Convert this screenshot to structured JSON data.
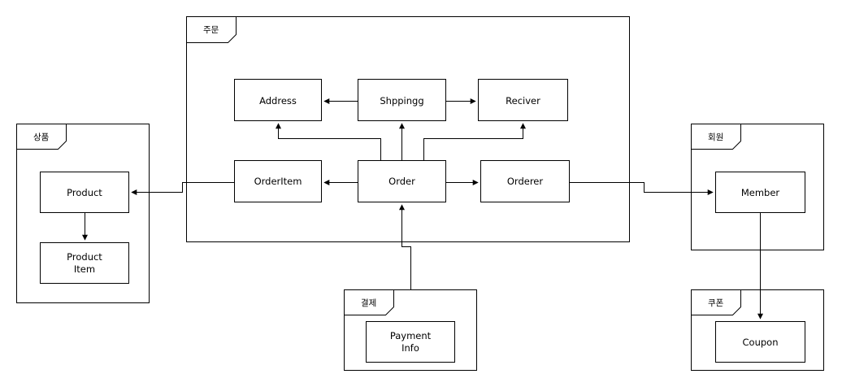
{
  "packages": {
    "order": "주문",
    "product": "상품",
    "member": "회원",
    "payment": "결제",
    "coupon": "쿠폰"
  },
  "classes": {
    "address": [
      "Address"
    ],
    "shipping": [
      "Shppingg"
    ],
    "receiver": [
      "Reciver"
    ],
    "order_item": [
      "OrderItem"
    ],
    "order": [
      "Order"
    ],
    "orderer": [
      "Orderer"
    ],
    "product": [
      "Product"
    ],
    "product_item": [
      "Product",
      "Item"
    ],
    "member": [
      "Member"
    ],
    "payment_info": [
      "Payment",
      "Info"
    ],
    "coupon": [
      "Coupon"
    ]
  },
  "colors": {
    "stroke": "#000000",
    "fill": "#ffffff"
  }
}
